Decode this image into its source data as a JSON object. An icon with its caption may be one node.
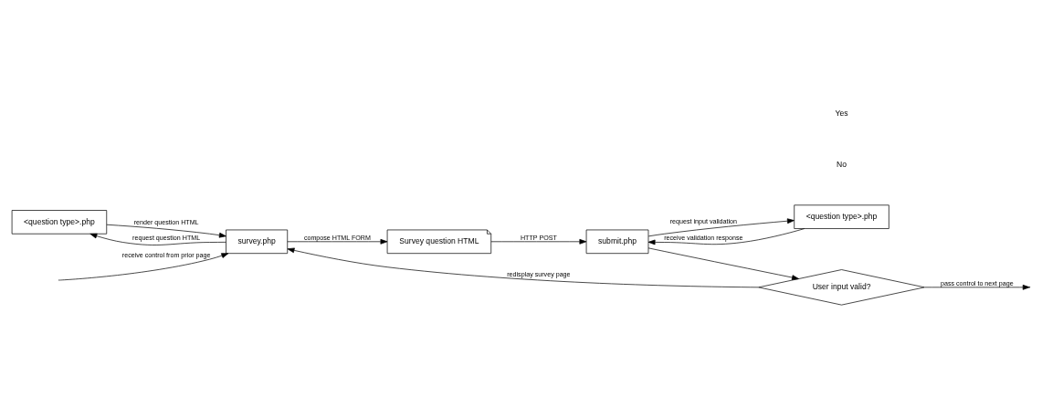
{
  "diagram": {
    "nodes": [
      {
        "text": [
          "<question type>.php"
        ]
      },
      {
        "text": [
          "survey.php"
        ]
      },
      {
        "text": [
          "Survey question HTML"
        ]
      },
      {
        "text": [
          "<question type>.php"
        ]
      },
      {
        "text": [
          "submit.php"
        ]
      },
      {
        "text": [
          "User input valid?"
        ]
      }
    ],
    "edges": [
      {
        "from": null,
        "to": 1,
        "arrow": "to",
        "label": "receive control from prior page"
      },
      {
        "from": 1,
        "to": 0,
        "arrow": "to",
        "label": "request question HTML"
      },
      {
        "from": 0,
        "to": 1,
        "arrow": "to",
        "label": "render question HTML"
      },
      {
        "from": 1,
        "to": 2,
        "arrow": "to",
        "label": "compose HTML FORM"
      },
      {
        "from": 2,
        "to": 4,
        "arrow": "to",
        "label": "HTTP POST"
      },
      {
        "from": 4,
        "to": 3,
        "arrow": "to",
        "label": "request input validation"
      },
      {
        "from": 3,
        "to": 4,
        "arrow": "to",
        "label": "receive validation response"
      },
      {
        "from": 4,
        "to": 5,
        "arrow": "to"
      },
      {
        "from": 5,
        "to": 1,
        "arrow": "to",
        "label": "redisplay survey page"
      },
      {
        "from": 5,
        "to": null,
        "arrow": "to",
        "label": "pass control to next page"
      }
    ],
    "labels": [
      "No",
      "Yes"
    ]
  }
}
